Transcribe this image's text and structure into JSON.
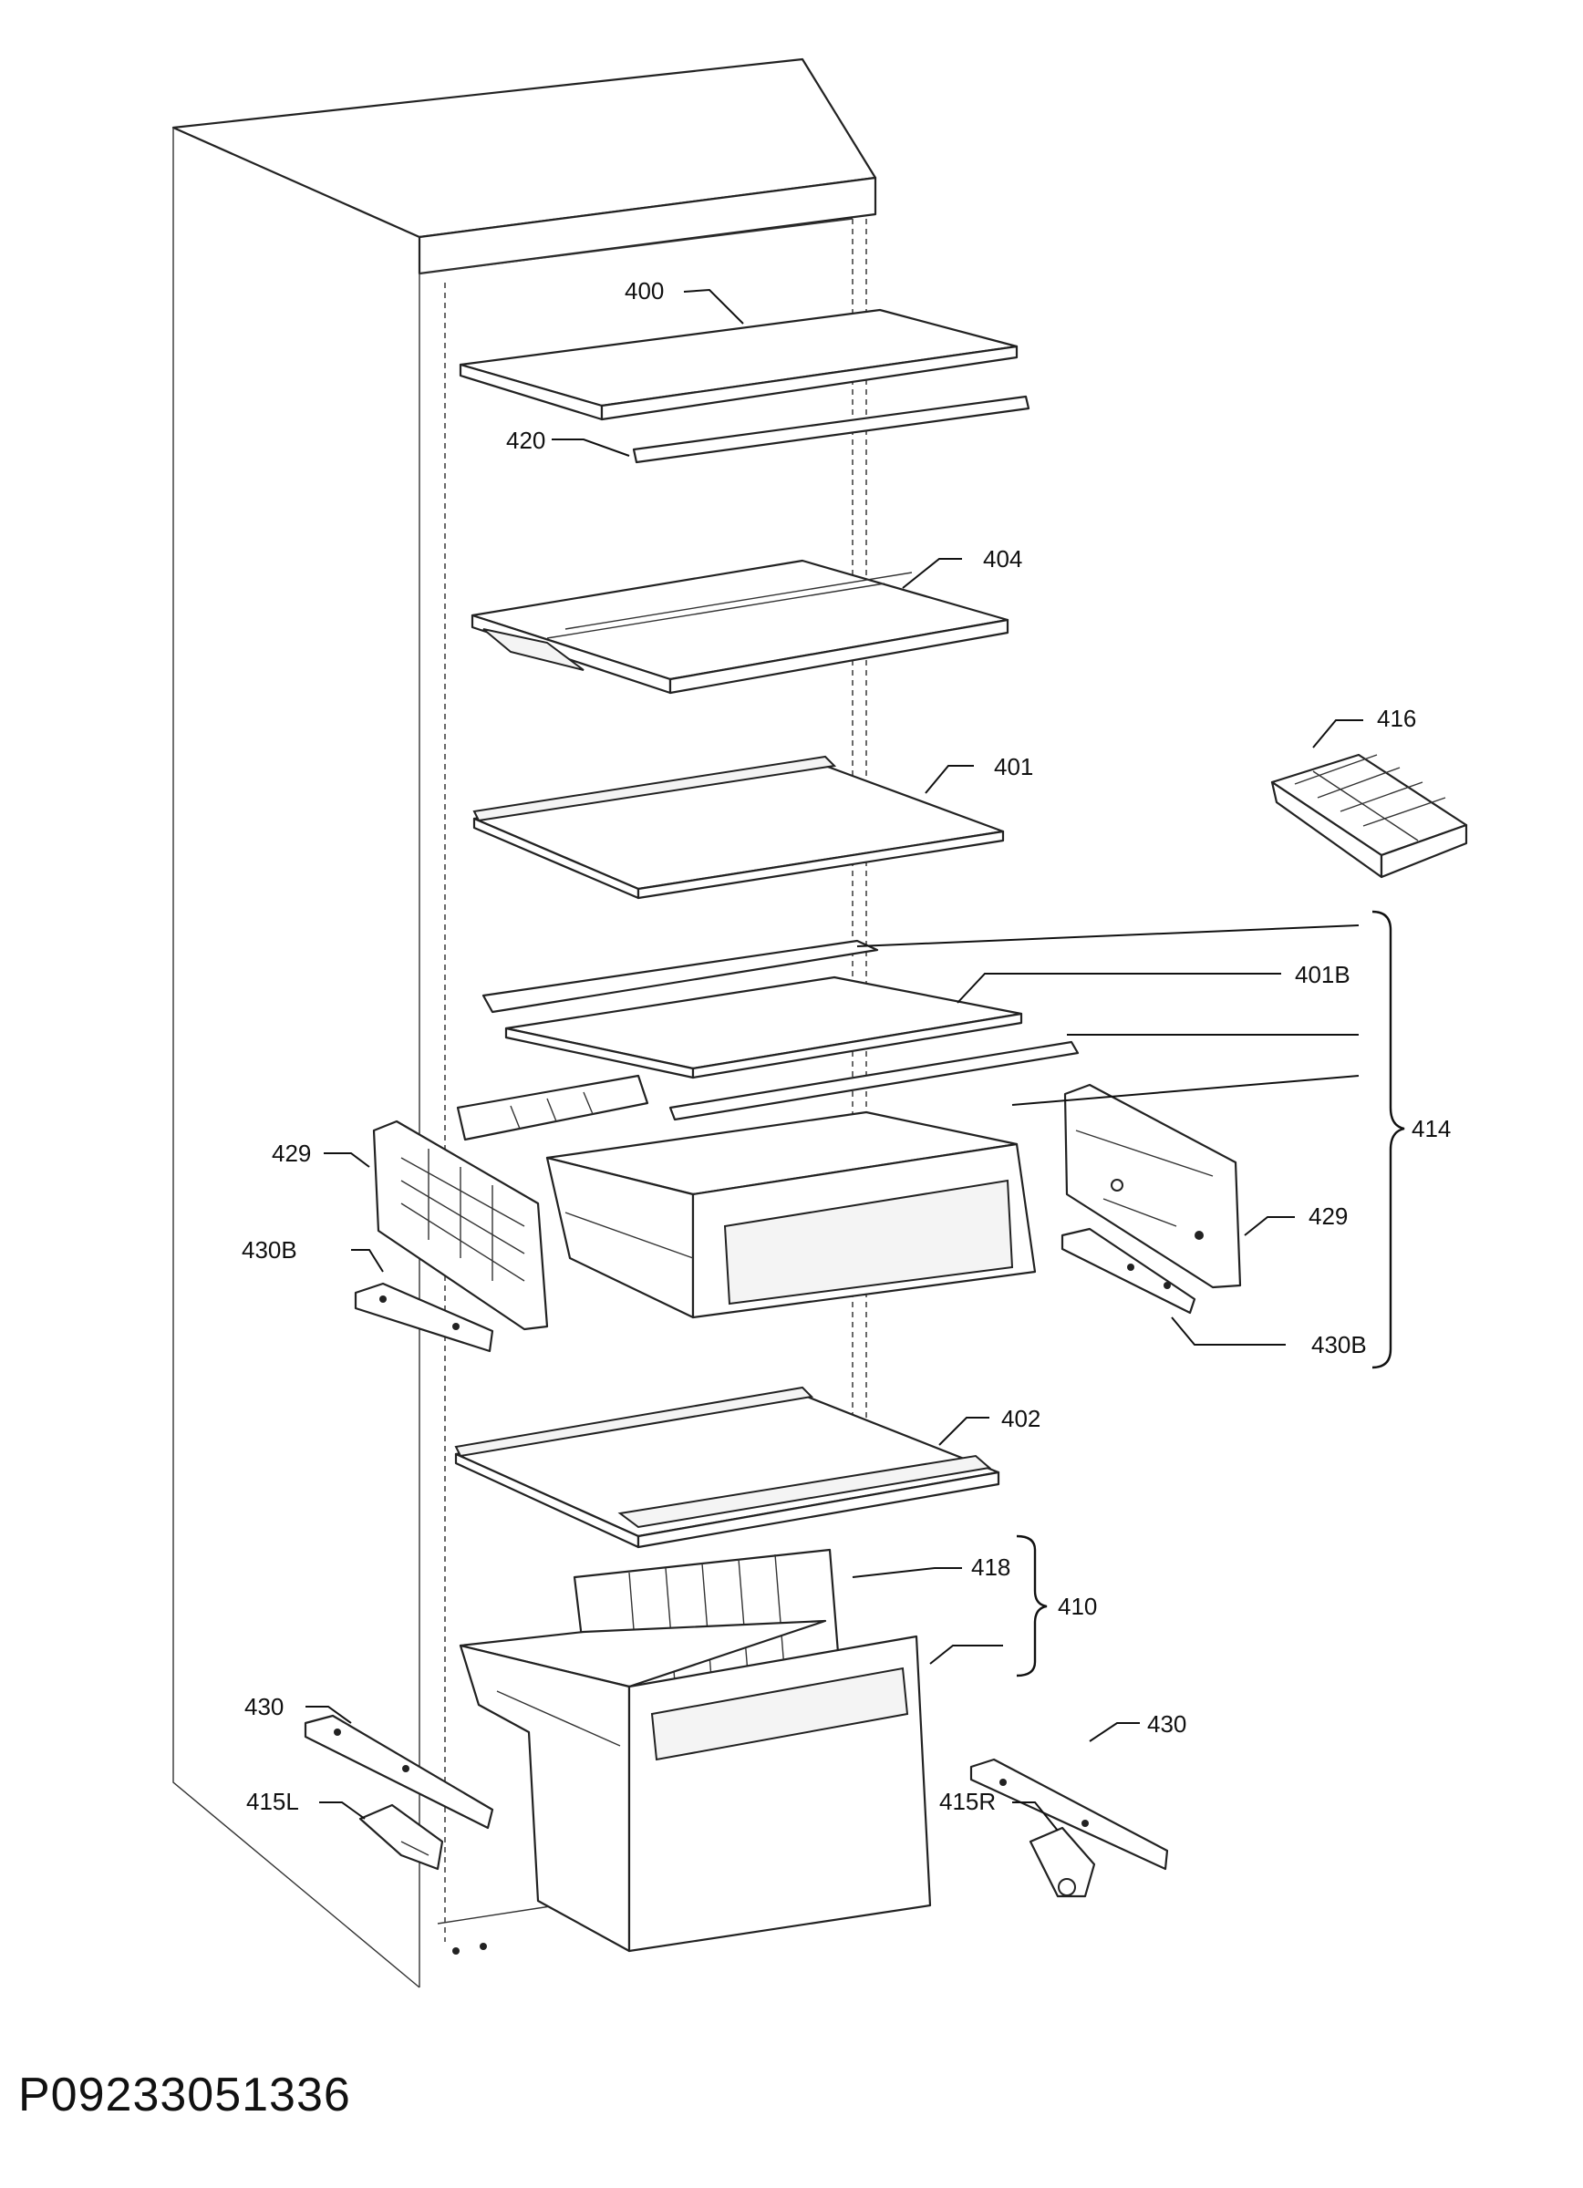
{
  "document_id": "P09233051336",
  "labels": {
    "p400": "400",
    "p420": "420",
    "p404": "404",
    "p416": "416",
    "p401": "401",
    "p401B": "401B",
    "p414": "414",
    "p429_left": "429",
    "p429_right": "429",
    "p430B_left": "430B",
    "p430B_right": "430B",
    "p402": "402",
    "p418": "418",
    "p410": "410",
    "p430_left": "430",
    "p430_right": "430",
    "p415L": "415L",
    "p415R": "415R"
  }
}
